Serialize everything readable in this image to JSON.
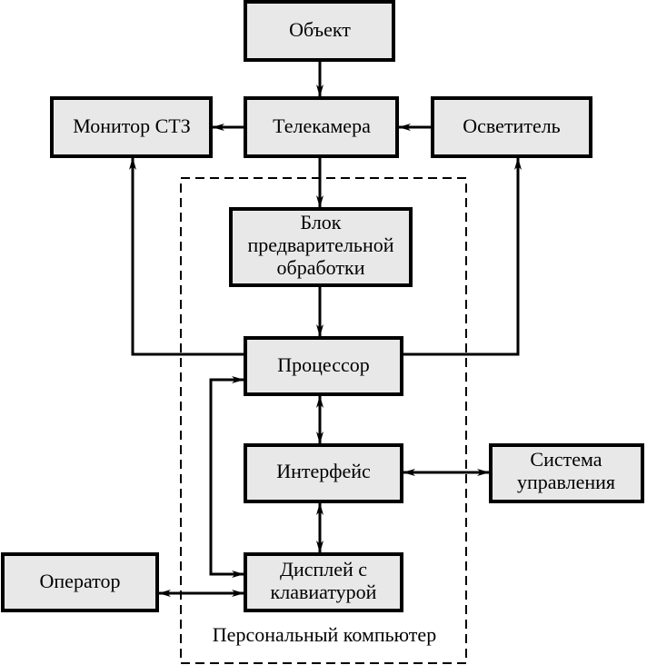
{
  "blocks": {
    "object": [
      "Объект"
    ],
    "monitor": [
      "Монитор СТЗ"
    ],
    "camera": [
      "Телекамера"
    ],
    "illuminator": [
      "Осветитель"
    ],
    "preprocessing": [
      "Блок",
      "предварительной",
      "обработки"
    ],
    "processor": [
      "Процессор"
    ],
    "interface": [
      "Интерфейс"
    ],
    "display": [
      "Дисплей с",
      "клавиатурой"
    ],
    "operator": [
      "Оператор"
    ],
    "control": [
      "Система",
      "управления"
    ]
  },
  "group_label": "Персональный компьютер",
  "colors": {
    "box_fill": "#e8e8e8",
    "line": "#000000"
  }
}
